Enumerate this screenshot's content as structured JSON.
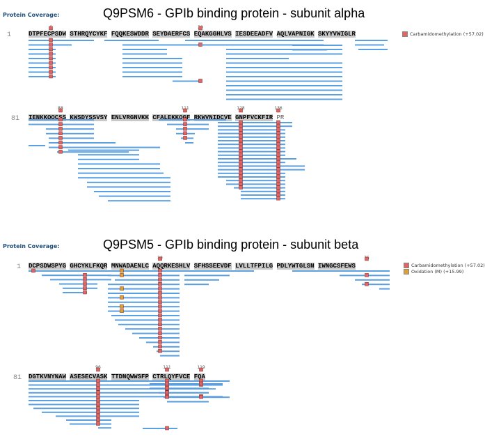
{
  "protein_coverage_label": "Protein Coverage:",
  "colors": {
    "peptide_bar": "#5aa0e0",
    "carbamidomethyl": "#e06666",
    "oxidation": "#e0a030",
    "coverage_bg": "#c8c8c8"
  },
  "alpha": {
    "title": "Q9PSM6 - GPIb binding protein - subunit alpha",
    "row1_start": "1",
    "row2_start": "81",
    "row1_blocks": [
      "DTPFECPSDW",
      "STHRQYCYKF",
      "FQQKESWDDR",
      "SEYDAERFCS",
      "EQAKGGHLVS",
      "IESDEEADFV",
      "AQLVAPNIGK",
      "SKYYVWIGLR"
    ],
    "row2_blocks": [
      "IENKKQQCSS",
      "KWSDYSSVSY",
      "ENLVRGNVKK",
      "CFALEKKQGF",
      "RKWVNIDCVE",
      "GNPFVCKFIR",
      "PR"
    ],
    "row1_marker_positions": [
      "6",
      "39"
    ],
    "row2_marker_positions": [
      "88",
      "111",
      "128",
      "136"
    ],
    "legend": [
      {
        "label": "Carbamidomethylation (+57.02)",
        "icon": "carbamidomethyl-square"
      }
    ]
  },
  "beta": {
    "title": "Q9PSM5 - GPIb binding protein - subunit beta",
    "row1_start": "1",
    "row2_start": "81",
    "row1_blocks": [
      "DCPSDWSPYG",
      "GHCYKLFKQR",
      "MNWADAENLC",
      "AQQRKESHLV",
      "SFHSSEEVDF",
      "LVLLTFPILG",
      "PDLYWTGLSN",
      "IWNGCSFEWS"
    ],
    "row2_blocks": [
      "DGTKVNYNAW",
      "ASESECVASK",
      "TTDNQWWSFP",
      "CTRLQYFVCE",
      "FQA"
    ],
    "row1_marker_positions": [
      "30",
      "75"
    ],
    "row2_marker_positions": [
      "96",
      "111",
      "119"
    ],
    "legend": [
      {
        "label": "Carbamidomethylation (+57.02)",
        "icon": "carbamidomethyl-square"
      },
      {
        "label": "Oxidation (M) (+15.99)",
        "icon": "oxidation-square"
      }
    ]
  }
}
